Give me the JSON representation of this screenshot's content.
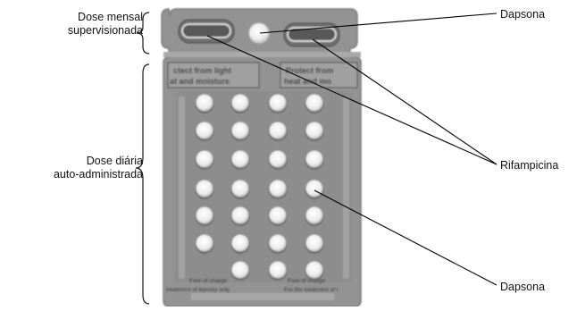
{
  "labels": {
    "monthly_line1": "Dose mensal",
    "monthly_line2": "supervisionada",
    "daily_line1": "Dose diária",
    "daily_line2": "auto-administrada",
    "dapsona_top": "Dapsona",
    "rifampicina": "Rifampicina",
    "dapsona_bottom": "Dapsona"
  },
  "pack_text": {
    "top_left": [
      "ctect from light",
      "at and moisture"
    ],
    "top_right": [
      "Protect from",
      "heat and mo"
    ],
    "bottom_left": [
      "Free of charge",
      "treatment of leprosy only"
    ],
    "bottom_right": [
      "Free of charge",
      "For the treatment of l"
    ]
  },
  "blister": {
    "daily_pill_counts_per_column": [
      6,
      7,
      7,
      7
    ],
    "colors": {
      "card": "#929292",
      "card_edge": "#7c7c7c",
      "pill": "#f4f4f4",
      "capsule": "#5a5a5a",
      "leader_line": "#000000"
    }
  }
}
